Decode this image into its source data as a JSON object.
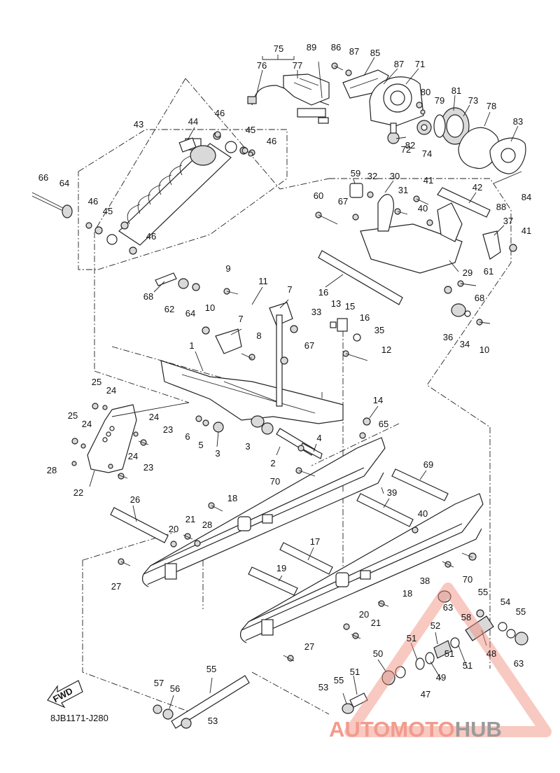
{
  "diagram_code": "8JB1171-J280",
  "fwd_label": "FWD",
  "watermark": {
    "part1": "AUTOMOTO",
    "part2": "HUB",
    "color_main": "#f08a7a",
    "color_hub": "#8a8a8a"
  },
  "callouts": [
    "75",
    "76",
    "77",
    "89",
    "86",
    "87",
    "85",
    "87",
    "71",
    "80",
    "79",
    "81",
    "73",
    "78",
    "83",
    "72",
    "82",
    "74",
    "88",
    "84",
    "43",
    "44",
    "46",
    "45",
    "46",
    "66",
    "64",
    "46",
    "45",
    "46",
    "59",
    "32",
    "30",
    "41",
    "42",
    "60",
    "67",
    "31",
    "40",
    "37",
    "41",
    "29",
    "61",
    "68",
    "62",
    "64",
    "68",
    "9",
    "11",
    "7",
    "10",
    "33",
    "16",
    "13",
    "15",
    "16",
    "35",
    "36",
    "34",
    "10",
    "7",
    "8",
    "67",
    "12",
    "1",
    "25",
    "24",
    "24",
    "25",
    "24",
    "23",
    "6",
    "5",
    "3",
    "3",
    "14",
    "65",
    "4",
    "2",
    "28",
    "24",
    "23",
    "70",
    "22",
    "69",
    "26",
    "18",
    "39",
    "40",
    "21",
    "20",
    "28",
    "17",
    "27",
    "19",
    "70",
    "38",
    "18",
    "55",
    "63",
    "54",
    "55",
    "58",
    "20",
    "21",
    "52",
    "51",
    "48",
    "27",
    "50",
    "51",
    "51",
    "63",
    "49",
    "51",
    "47",
    "55",
    "57",
    "56",
    "53",
    "53",
    "55"
  ]
}
